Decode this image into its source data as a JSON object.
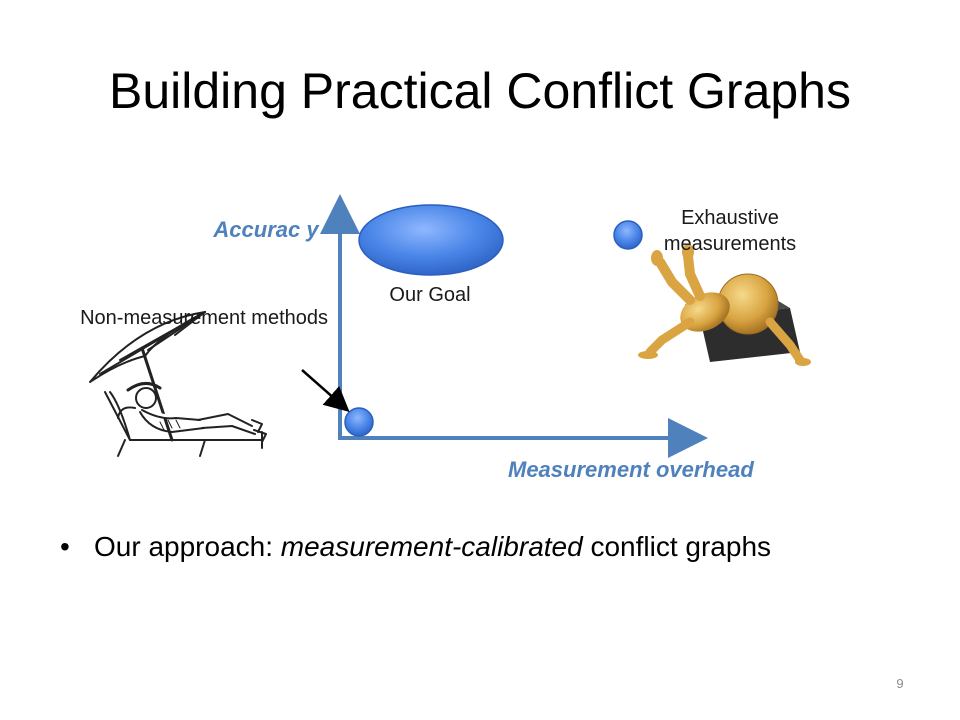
{
  "slide": {
    "title": "Building Practical Conflict Graphs",
    "page_number": "9"
  },
  "diagram": {
    "y_axis_label": "Accurac y",
    "x_axis_label": "Measurement overhead",
    "points": {
      "non_measurement": "Non-measurement methods",
      "our_goal": "Our Goal",
      "exhaustive": "Exhaustive measurements"
    },
    "colors": {
      "axis": "#4f81bd",
      "point_fill": "#4f81bd"
    }
  },
  "bullet": {
    "prefix": "Our approach: ",
    "emphasis": "measurement-calibrated",
    "suffix": " conflict graphs"
  }
}
